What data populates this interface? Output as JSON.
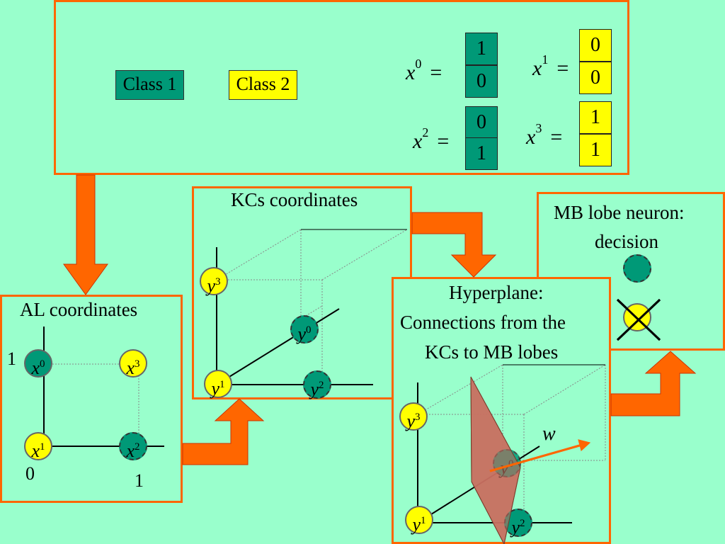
{
  "legend": {
    "class1": "Class 1",
    "class2": "Class 2"
  },
  "vectors": [
    {
      "name": "x",
      "sup": "0",
      "top": "1",
      "bottom": "0",
      "color": "teal"
    },
    {
      "name": "x",
      "sup": "1",
      "top": "0",
      "bottom": "0",
      "color": "yellow"
    },
    {
      "name": "x",
      "sup": "2",
      "top": "0",
      "bottom": "1",
      "color": "teal"
    },
    {
      "name": "x",
      "sup": "3",
      "top": "1",
      "bottom": "1",
      "color": "yellow"
    }
  ],
  "equals": "=",
  "al_panel": {
    "title": "AL coordinates",
    "nodes": [
      {
        "name": "x",
        "sup": "0"
      },
      {
        "name": "x",
        "sup": "3"
      },
      {
        "name": "x",
        "sup": "1"
      },
      {
        "name": "x",
        "sup": "2"
      }
    ],
    "tick_y_top": "1",
    "tick_y_bottom": "0",
    "tick_x_right": "1"
  },
  "kc_panel": {
    "title": "KCs coordinates",
    "nodes": [
      {
        "name": "y",
        "sup": "3"
      },
      {
        "name": "y",
        "sup": "0"
      },
      {
        "name": "y",
        "sup": "1"
      },
      {
        "name": "y",
        "sup": "2"
      }
    ]
  },
  "hyper_panel": {
    "title_line1": "Hyperplane:",
    "title_line2": "Connections from the",
    "title_line3": "KCs to MB lobes",
    "weight_label": "w",
    "nodes": [
      {
        "name": "y",
        "sup": "3"
      },
      {
        "name": "y",
        "sup": "0"
      },
      {
        "name": "y",
        "sup": "1"
      },
      {
        "name": "y",
        "sup": "2"
      }
    ]
  },
  "mb_panel": {
    "title_line1": "MB lobe neuron:",
    "title_line2": "decision"
  },
  "colors": {
    "teal": "#009977",
    "yellow": "#ffff00",
    "orange": "#ff6600",
    "background": "#99ffcc",
    "plane": "#c87060"
  }
}
